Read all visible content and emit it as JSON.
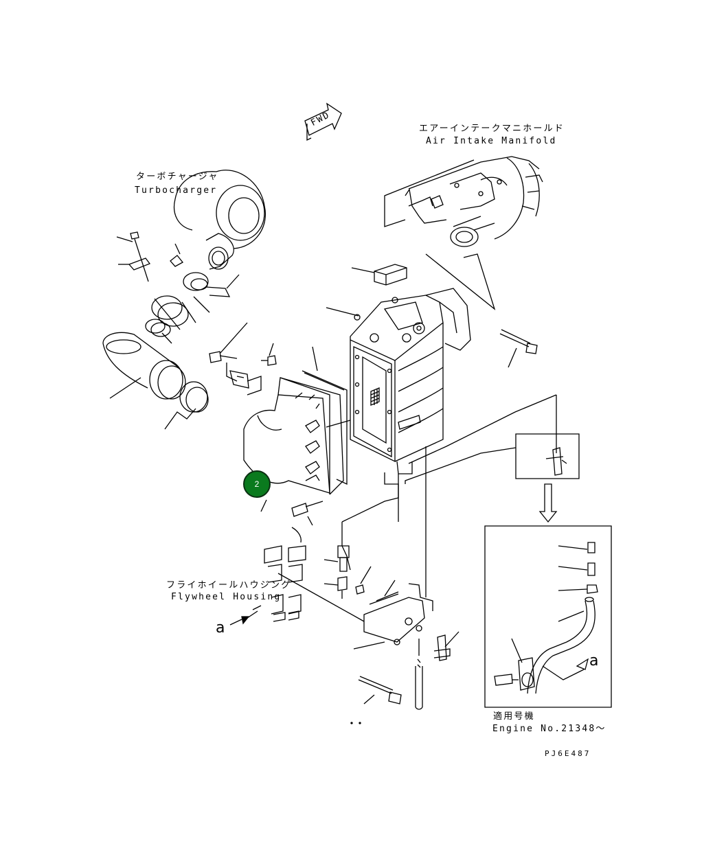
{
  "labels": {
    "fwd": "FWD",
    "air_intake_jp": "エアーインテークマニホールド",
    "air_intake_en": "Air Intake Manifold",
    "turbo_jp": "ターボチャージャ",
    "turbo_en": "Turbocharger",
    "flywheel_jp": "フライホイールハウジング",
    "flywheel_en": "Flywheel Housing",
    "applicable_jp": "適用号機",
    "engine_no": "Engine No.21348〜",
    "ref_a_left": "a",
    "ref_a_right": "a",
    "drawing_code": "PJ6E487"
  },
  "callout": {
    "number": "2",
    "color": "#0a7a1e"
  },
  "colors": {
    "line": "#000000",
    "background": "#ffffff"
  }
}
